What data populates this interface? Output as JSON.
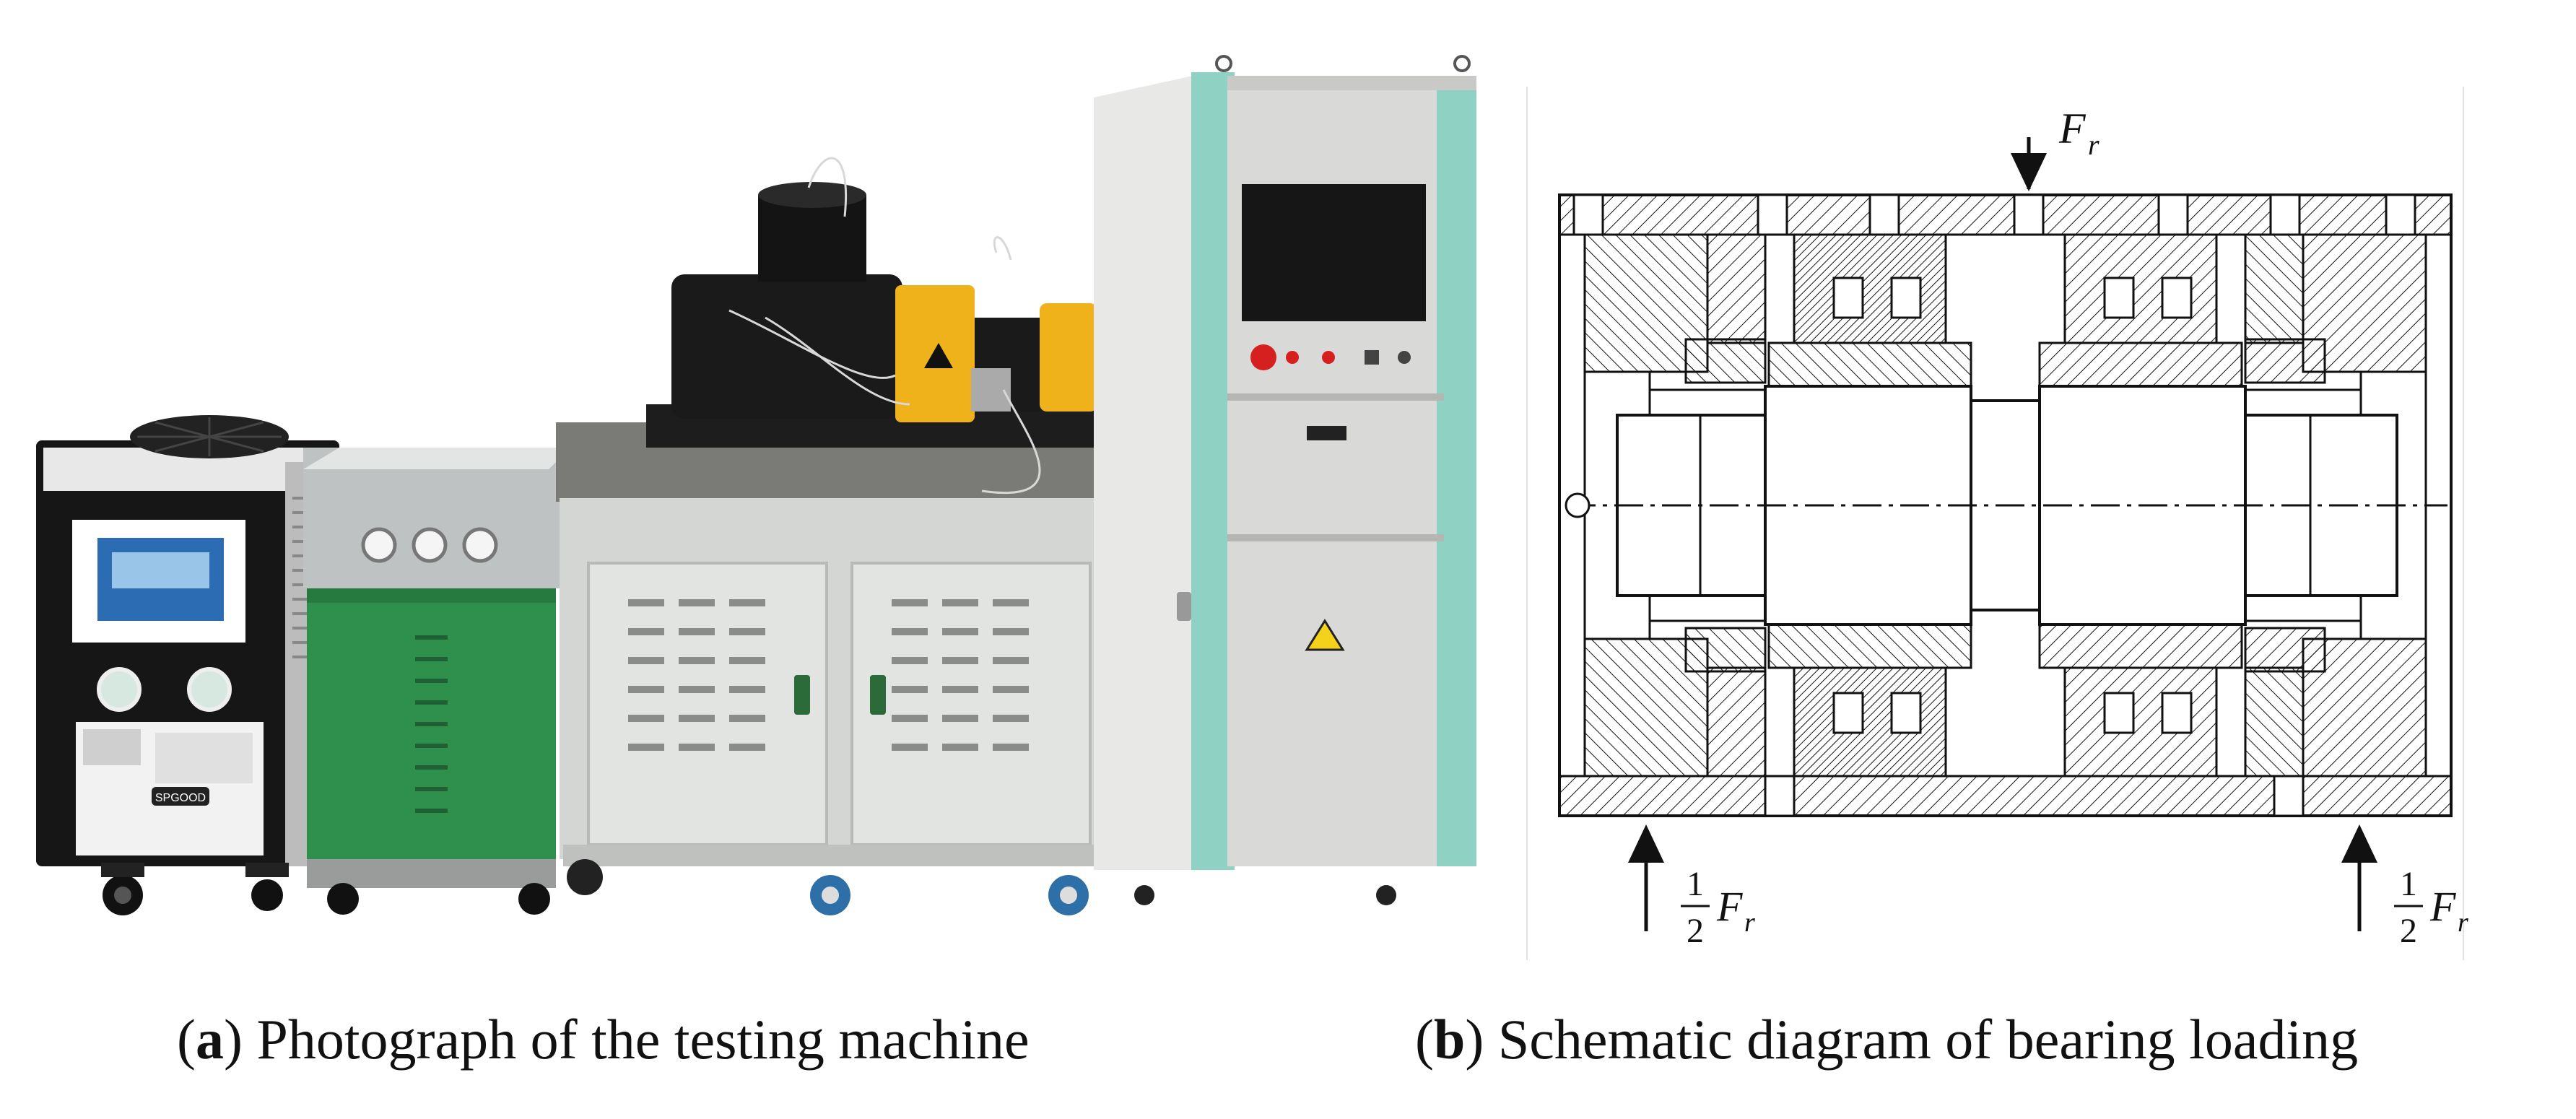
{
  "panel_a": {
    "caption_letter": "a",
    "caption_text": " Photograph of the testing machine",
    "caution_label": "⚠",
    "brand_label": "SPGOOD"
  },
  "panel_b": {
    "caption_letter": "b",
    "caption_text": " Schematic diagram of bearing loading",
    "load_top": {
      "symbol": "F",
      "subscript": "r"
    },
    "load_left": {
      "numerator": "1",
      "denominator": "2",
      "symbol": "F",
      "subscript": "r"
    },
    "load_right": {
      "numerator": "1",
      "denominator": "2",
      "symbol": "F",
      "subscript": "r"
    }
  },
  "colors": {
    "accent_teal": "#8fd1c2",
    "frame_black": "#141414",
    "panel_green": "#2f8f4c",
    "cabinet_gray": "#d4d6d4",
    "yellow_guard": "#f0b21a"
  }
}
